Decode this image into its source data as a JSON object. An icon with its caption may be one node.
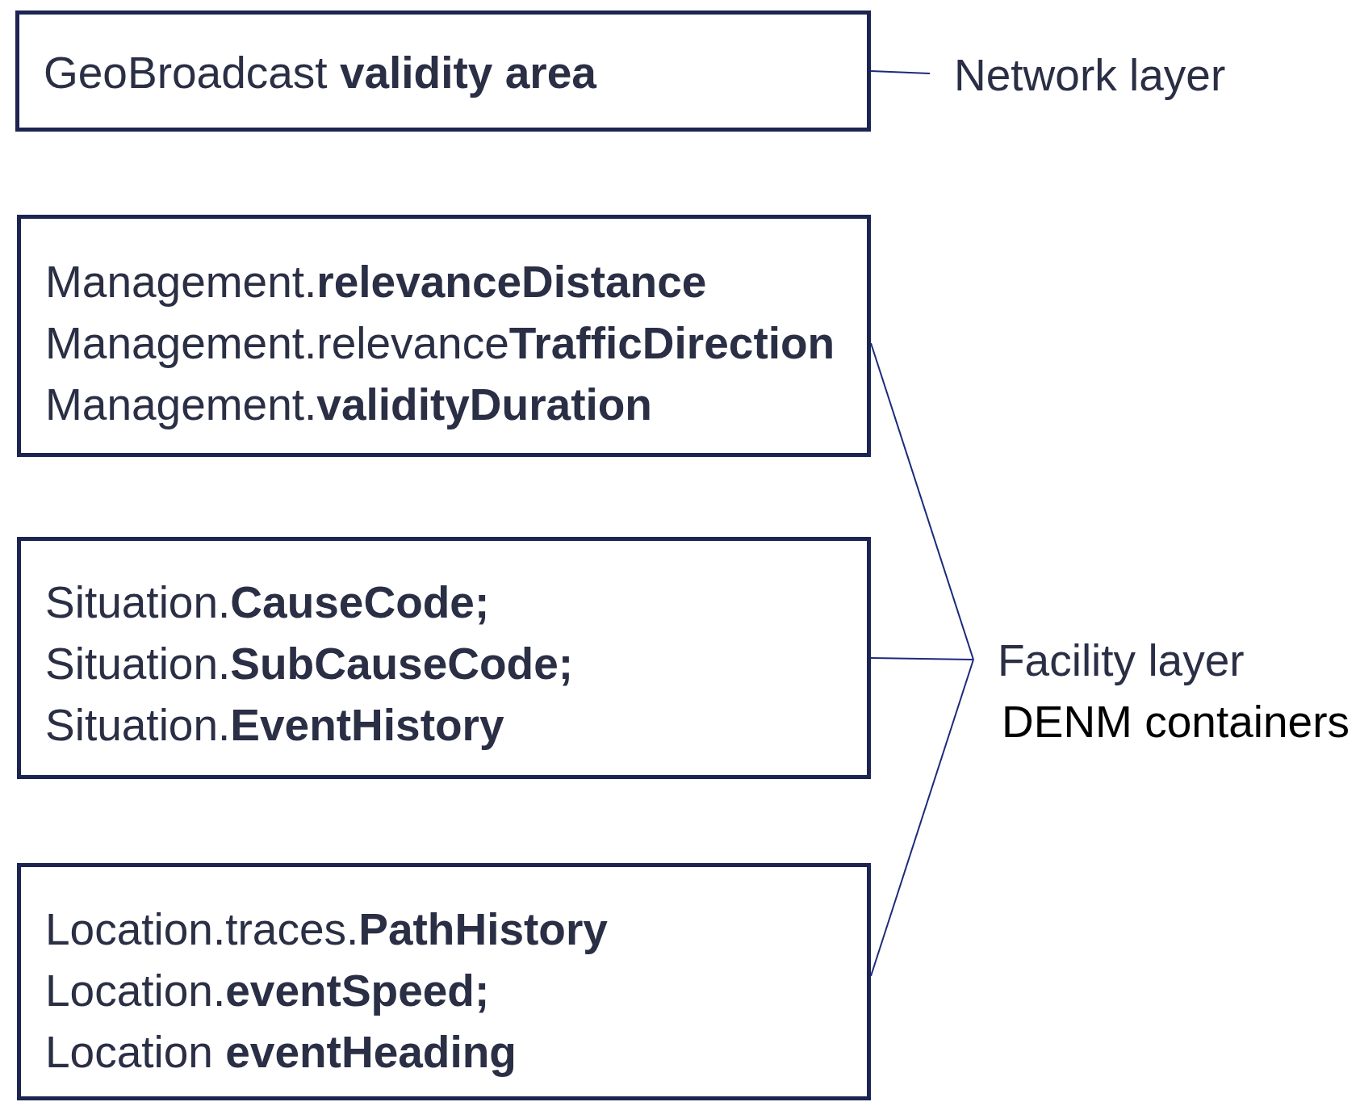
{
  "diagram": {
    "nodes": [
      {
        "text": [
          "GeoBroadcast **validity area**"
        ]
      },
      {
        "text": [
          "Network layer"
        ]
      },
      {
        "text": [
          "Management.**relevanceDistance**",
          "Management.relevance**TrafficDirection**",
          "Management.**validityDuration**"
        ]
      },
      {
        "text": [
          "Situation.**CauseCode;**",
          "Situation.**SubCauseCode;**",
          "Situation.**EventHistory**"
        ]
      },
      {
        "text": [
          "Location.traces.**PathHistory**",
          "Location.**eventSpeed;**",
          "Location **eventHeading**"
        ]
      },
      {
        "text": [
          "Facility layer",
          "DENM containers"
        ]
      }
    ],
    "edges": [
      {
        "from": 0,
        "to": 1,
        "arrow": "none"
      },
      {
        "from": 2,
        "to": 5,
        "arrow": "none"
      },
      {
        "from": 3,
        "to": 5,
        "arrow": "none"
      },
      {
        "from": 4,
        "to": 5,
        "arrow": "none"
      }
    ]
  }
}
